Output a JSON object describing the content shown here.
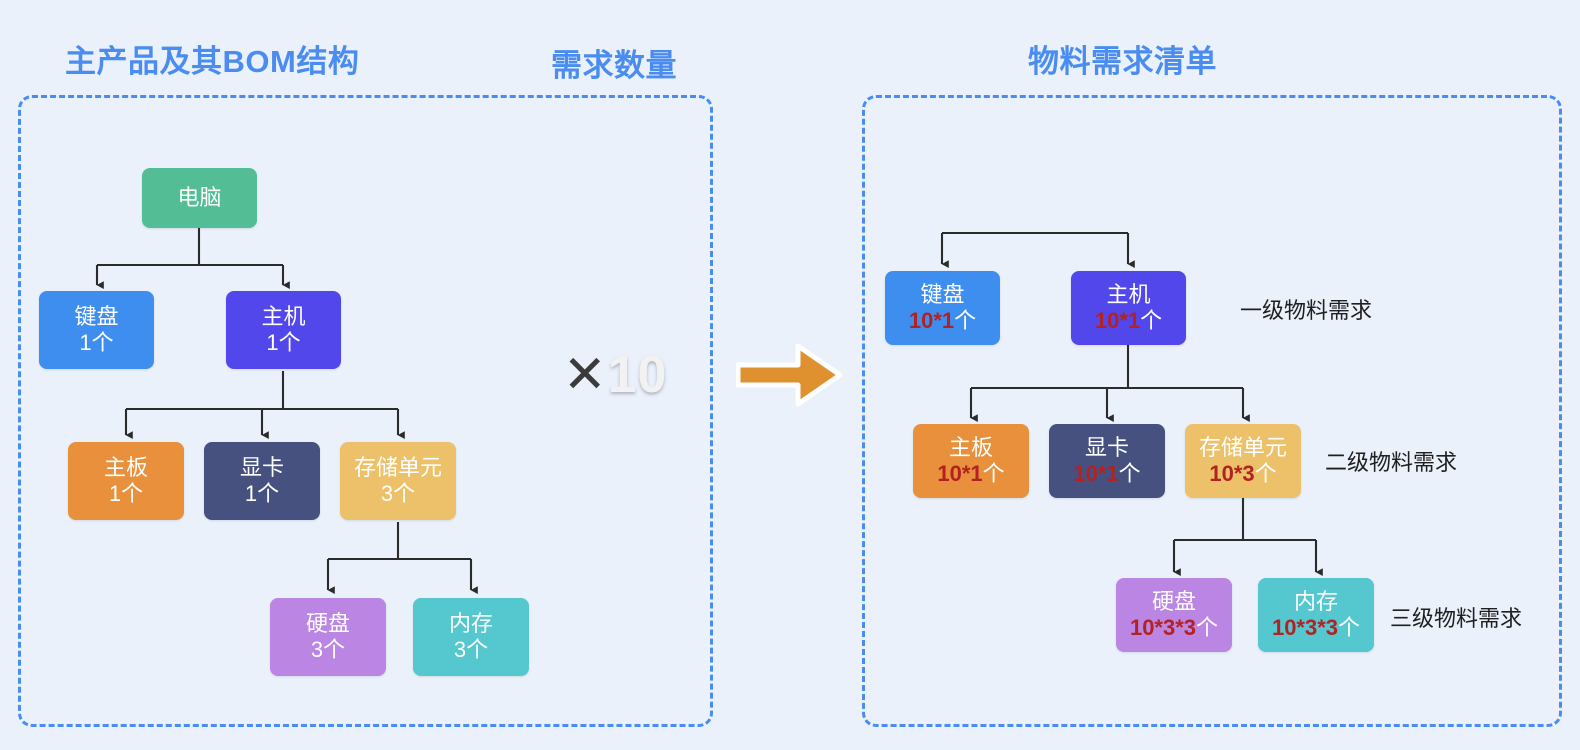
{
  "page": {
    "background": "#eaf1fa",
    "panel_border_color": "#4a8cf0"
  },
  "titles": {
    "bom": "主产品及其BOM结构",
    "quantity": "需求数量",
    "mrp": "物料需求清单"
  },
  "multiplier": {
    "symbol": "✕",
    "value": "10",
    "arrow_color": "#e0912f"
  },
  "bom_tree": {
    "nodes": [
      {
        "id": "computer",
        "name": "电脑",
        "qty": "",
        "color": "#53bd95"
      },
      {
        "id": "keyboard",
        "name": "键盘",
        "qty": "1个",
        "color": "#3e8ef0"
      },
      {
        "id": "host",
        "name": "主机",
        "qty": "1个",
        "color": "#5247eb"
      },
      {
        "id": "mainboard",
        "name": "主板",
        "qty": "1个",
        "color": "#e8903c"
      },
      {
        "id": "gpu",
        "name": "显卡",
        "qty": "1个",
        "color": "#46517f"
      },
      {
        "id": "storage",
        "name": "存储单元",
        "qty": "3个",
        "color": "#ecc16a"
      },
      {
        "id": "disk",
        "name": "硬盘",
        "qty": "3个",
        "color": "#bb85e3"
      },
      {
        "id": "memory",
        "name": "内存",
        "qty": "3个",
        "color": "#54c7cf"
      }
    ]
  },
  "mrp_tree": {
    "nodes": [
      {
        "id": "keyboard",
        "name": "键盘",
        "mul": "10*1",
        "unit": "个",
        "color": "#3e8ef0"
      },
      {
        "id": "host",
        "name": "主机",
        "mul": "10*1",
        "unit": "个",
        "color": "#5247eb"
      },
      {
        "id": "mainboard",
        "name": "主板",
        "mul": "10*1",
        "unit": "个",
        "color": "#e8903c"
      },
      {
        "id": "gpu",
        "name": "显卡",
        "mul": "10*1",
        "unit": "个",
        "color": "#46517f"
      },
      {
        "id": "storage",
        "name": "存储单元",
        "mul": "10*3",
        "unit": "个",
        "color": "#ecc16a"
      },
      {
        "id": "disk",
        "name": "硬盘",
        "mul": "10*3*3",
        "unit": "个",
        "color": "#bb85e3"
      },
      {
        "id": "memory",
        "name": "内存",
        "mul": "10*3*3",
        "unit": "个",
        "color": "#54c7cf"
      }
    ],
    "levels": [
      {
        "id": "level-1",
        "label": "一级物料需求"
      },
      {
        "id": "level-2",
        "label": "二级物料需求"
      },
      {
        "id": "level-3",
        "label": "三级物料需求"
      }
    ]
  }
}
